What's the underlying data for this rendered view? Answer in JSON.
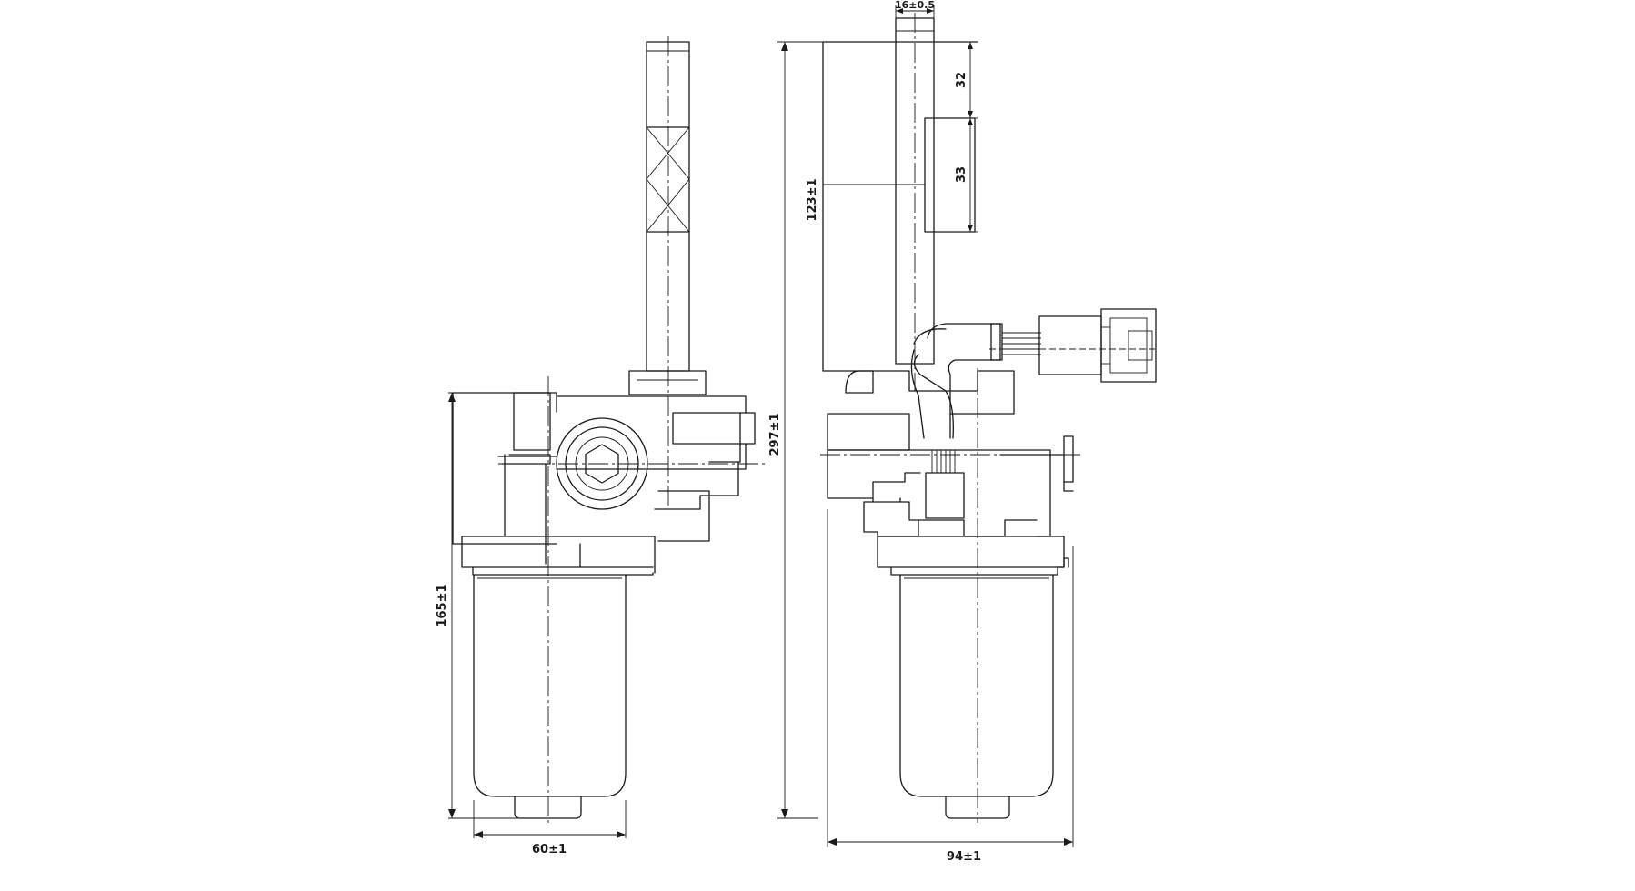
{
  "dimensions": {
    "side_height": "165±1",
    "side_width": "60±1",
    "front_height": "297±1",
    "front_width": "94±1",
    "shaft_offset": "123±1",
    "shaft_width": "16±0.5",
    "flat_top": "32",
    "flat_length": "33"
  }
}
